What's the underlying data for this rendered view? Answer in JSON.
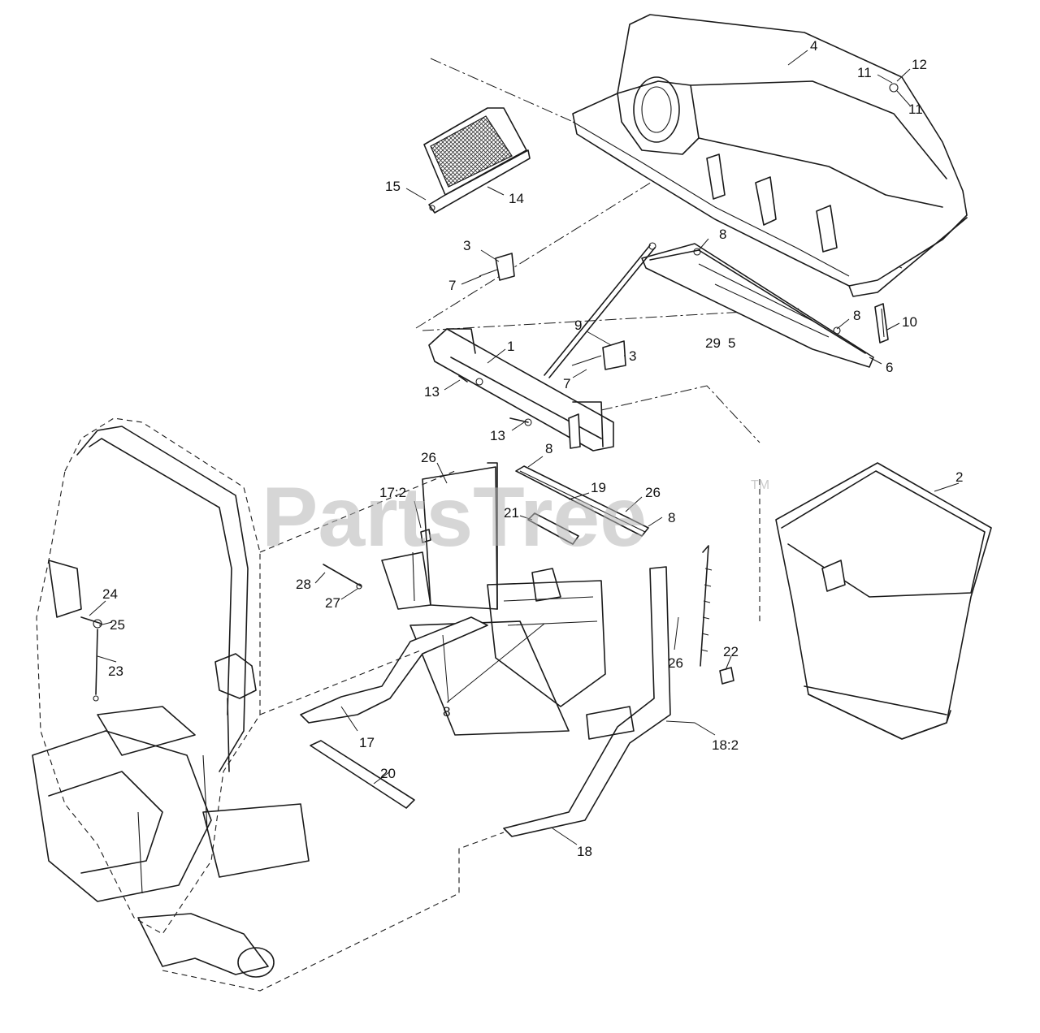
{
  "watermark": {
    "text": "PartsTree",
    "trademark": "TM"
  },
  "callouts": {
    "c1": "1",
    "c2": "2",
    "c3a": "3",
    "c3b": "3",
    "c4": "4",
    "c5": "5",
    "c6": "6",
    "c7a": "7",
    "c7b": "7",
    "c8a": "8",
    "c8b": "8",
    "c8c": "8",
    "c8d": "8",
    "c8e": "8",
    "c9": "9",
    "c10": "10",
    "c11a": "11",
    "c11b": "11",
    "c12": "12",
    "c13a": "13",
    "c13b": "13",
    "c14": "14",
    "c15": "15",
    "c17": "17",
    "c17_2": "17:2",
    "c18": "18",
    "c18_2": "18:2",
    "c19": "19",
    "c20": "20",
    "c21": "21",
    "c22": "22",
    "c23": "23",
    "c24": "24",
    "c25": "25",
    "c26a": "26",
    "c26b": "26",
    "c26c": "26",
    "c27": "27",
    "c28": "28",
    "c29": "29"
  },
  "colors": {
    "line": "#1a1a1a",
    "watermark": "#b5b5b5",
    "background": "#ffffff"
  }
}
